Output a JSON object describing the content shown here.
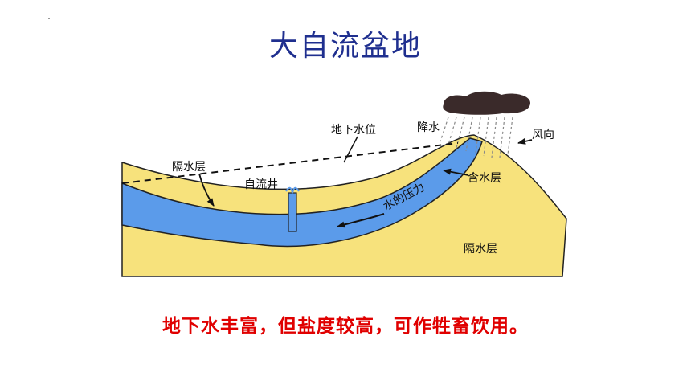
{
  "title": "大自流盆地",
  "labels": {
    "water_table": "地下水位",
    "rain": "降水",
    "wind": "风向",
    "upper_aquiclude": "隔水层",
    "artesian_well": "自流井",
    "aquifer": "含水层",
    "water_pressure": "水的压力",
    "lower_aquiclude": "隔水层"
  },
  "caption": "地下水丰富，但盐度较高，可作牲畜饮用。",
  "colors": {
    "title": "#1f2f8f",
    "caption": "#e00000",
    "sand": "#f7e27c",
    "aquifer": "#5b9bea",
    "cloud": "#3a2a2a"
  }
}
